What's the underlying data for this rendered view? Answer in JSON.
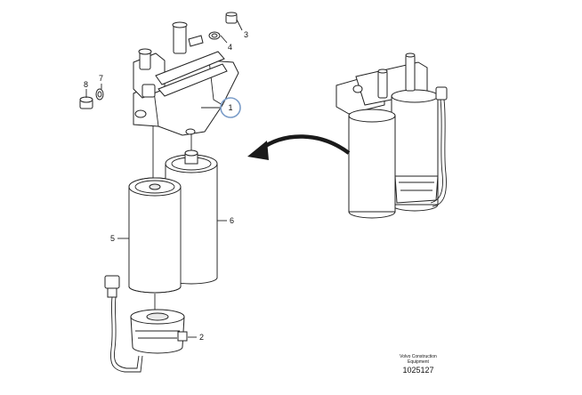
{
  "callouts": [
    {
      "id": "1",
      "label": "1"
    },
    {
      "id": "2",
      "label": "2"
    },
    {
      "id": "3",
      "label": "3"
    },
    {
      "id": "4",
      "label": "4"
    },
    {
      "id": "5",
      "label": "5"
    },
    {
      "id": "6",
      "label": "6"
    },
    {
      "id": "7",
      "label": "7"
    },
    {
      "id": "8",
      "label": "8"
    }
  ],
  "footer": {
    "company_line1": "Volvo Construction",
    "company_line2": "Equipment",
    "figure_number": "1025127"
  },
  "colors": {
    "line": "#222222",
    "callout_ring": "#7a9cc8",
    "arrow": "#1a1a1a"
  }
}
